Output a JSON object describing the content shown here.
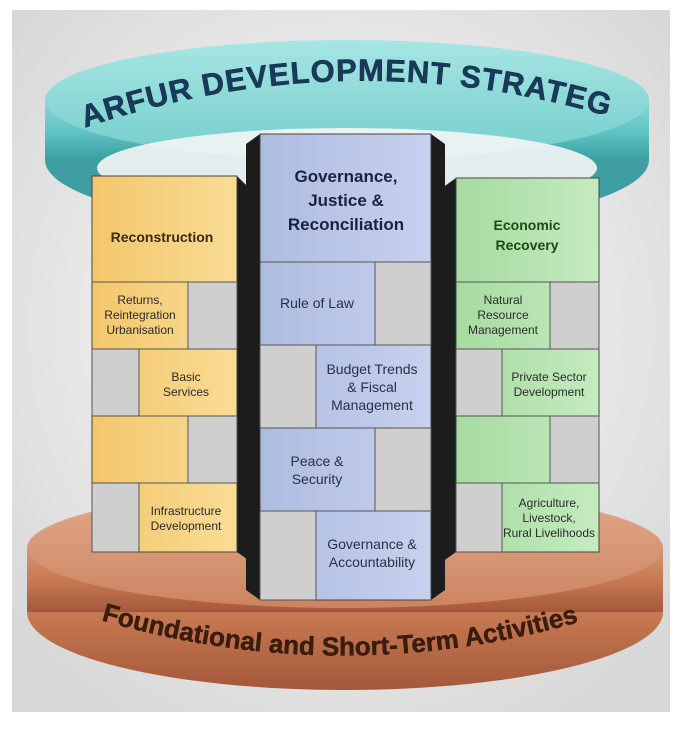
{
  "top_banner": {
    "text": "DARFUR DEVELOPMENT STRATEGY"
  },
  "bottom_banner": {
    "text": "Foundational and Short-Term Activities"
  },
  "pillars": {
    "reconstruction": {
      "title": "Reconstruction",
      "items": [
        "Returns,",
        "Reintegration",
        "Urbanisation",
        "Basic",
        "Services",
        "Infrastructure",
        "Development"
      ]
    },
    "governance": {
      "title_lines": [
        "Governance,",
        "Justice &",
        "Reconciliation"
      ],
      "items": [
        "Rule of Law",
        "Budget Trends",
        "& Fiscal",
        "Management",
        "Peace &",
        "Security",
        "Governance &",
        "Accountability"
      ]
    },
    "economic": {
      "title_lines": [
        "Economic",
        "Recovery"
      ],
      "items": [
        "Natural",
        "Resource",
        "Management",
        "Private Sector",
        "Development",
        "Agriculture,",
        "Livestock,",
        "Rural Livelihoods"
      ]
    }
  },
  "colors": {
    "top_band": "#5fc2c2",
    "bottom_band": "#c77a52",
    "reconstruction": "#f6d27f",
    "governance": "#b9c5e6",
    "economic": "#b6e3b0",
    "gray_block": "#cfcfcf"
  }
}
